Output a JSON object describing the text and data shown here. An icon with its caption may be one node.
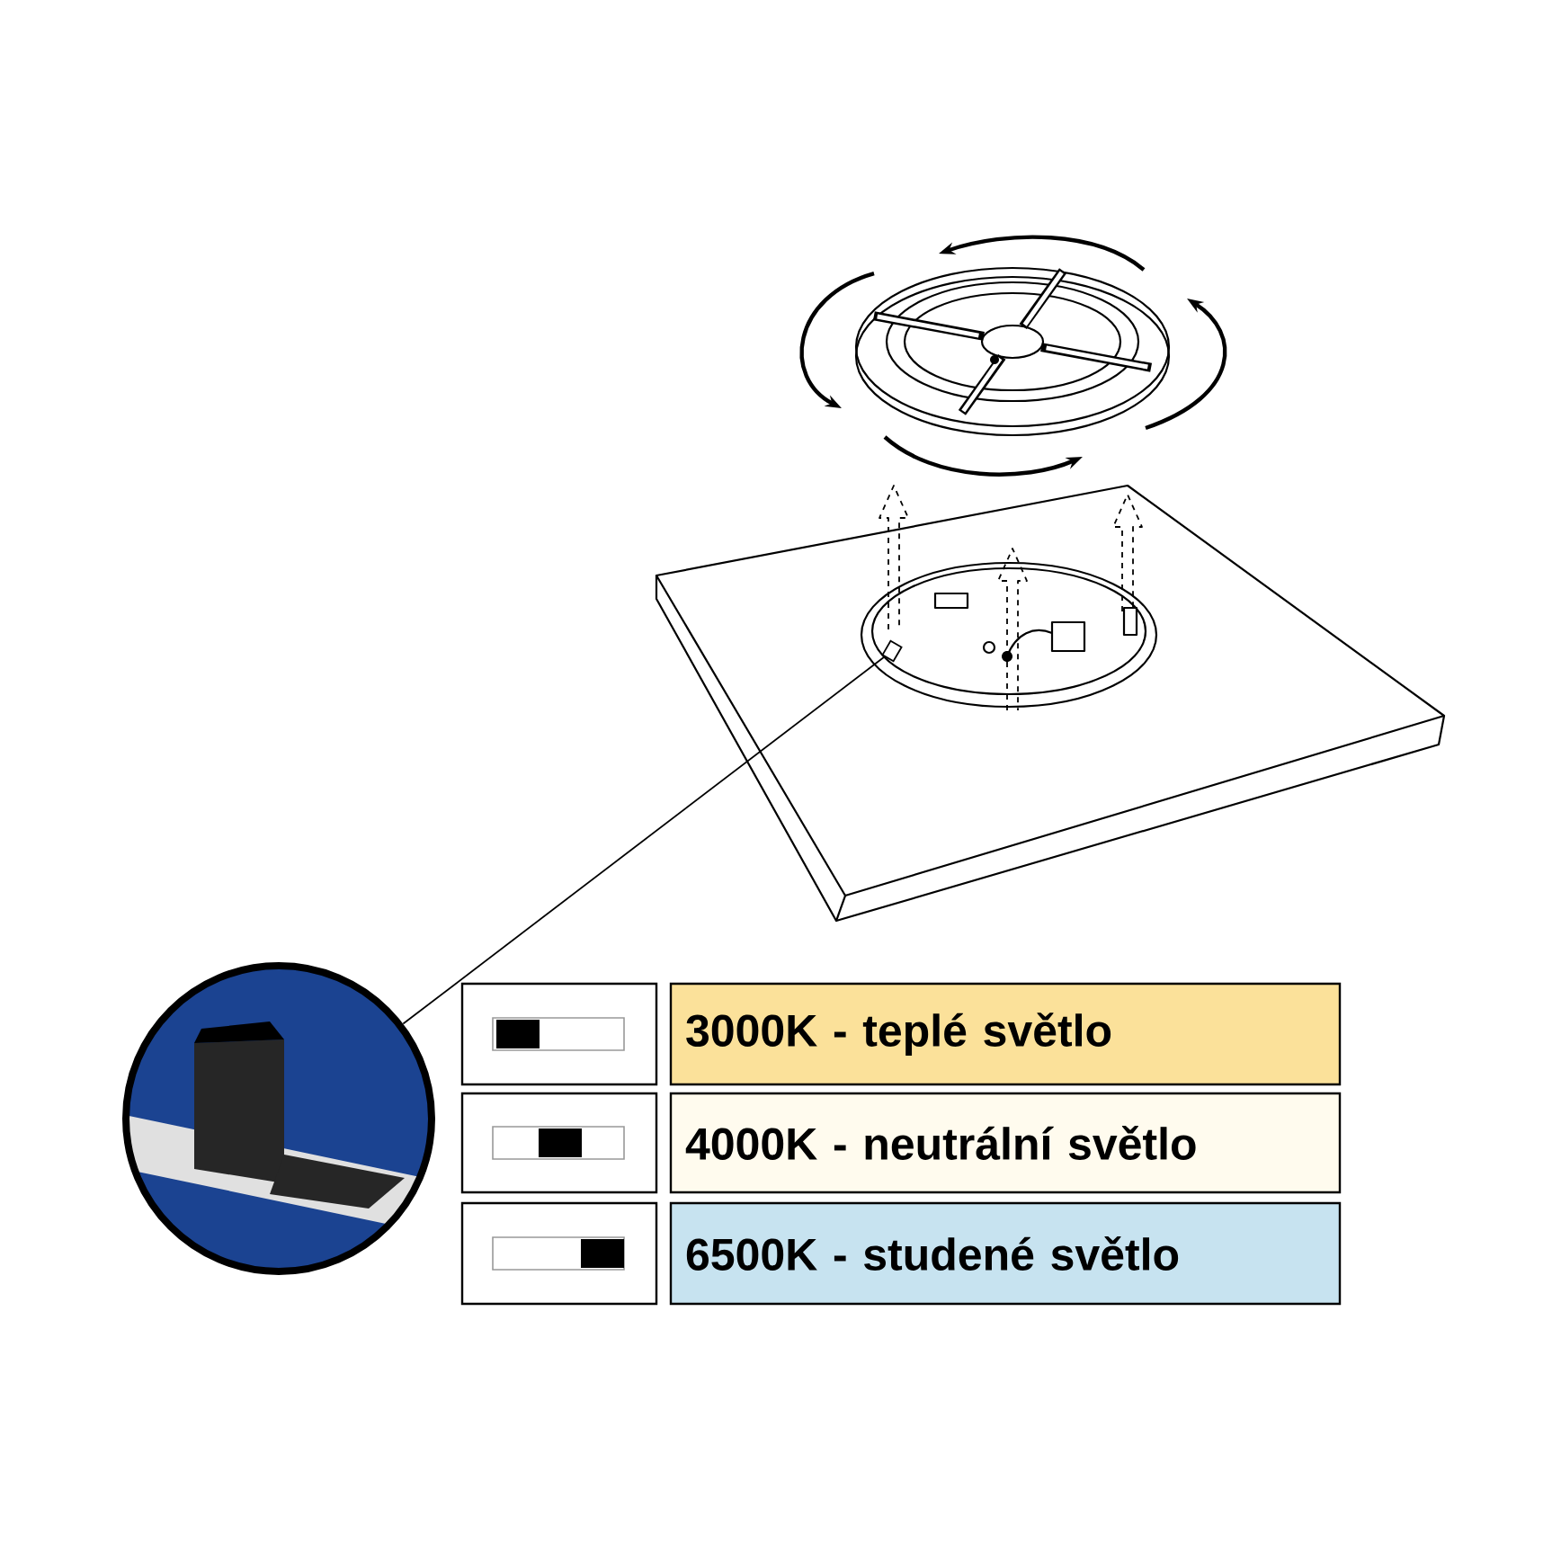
{
  "diagram": {
    "nodes": [
      {
        "text": [],
        "shape": "box"
      },
      {
        "text": [],
        "shape": "picture"
      },
      {
        "text": [],
        "shape": "box"
      },
      {
        "text": [
          "3000K - teplé světlo"
        ]
      },
      {
        "text": [],
        "shape": "box"
      },
      {
        "text": [
          "4000K - neutrální světlo"
        ]
      },
      {
        "text": [],
        "shape": "box"
      },
      {
        "text": [
          "6500K - studené světlo"
        ]
      }
    ],
    "edges": [
      {
        "from": 1,
        "to": 0,
        "arrow": "none"
      }
    ]
  }
}
